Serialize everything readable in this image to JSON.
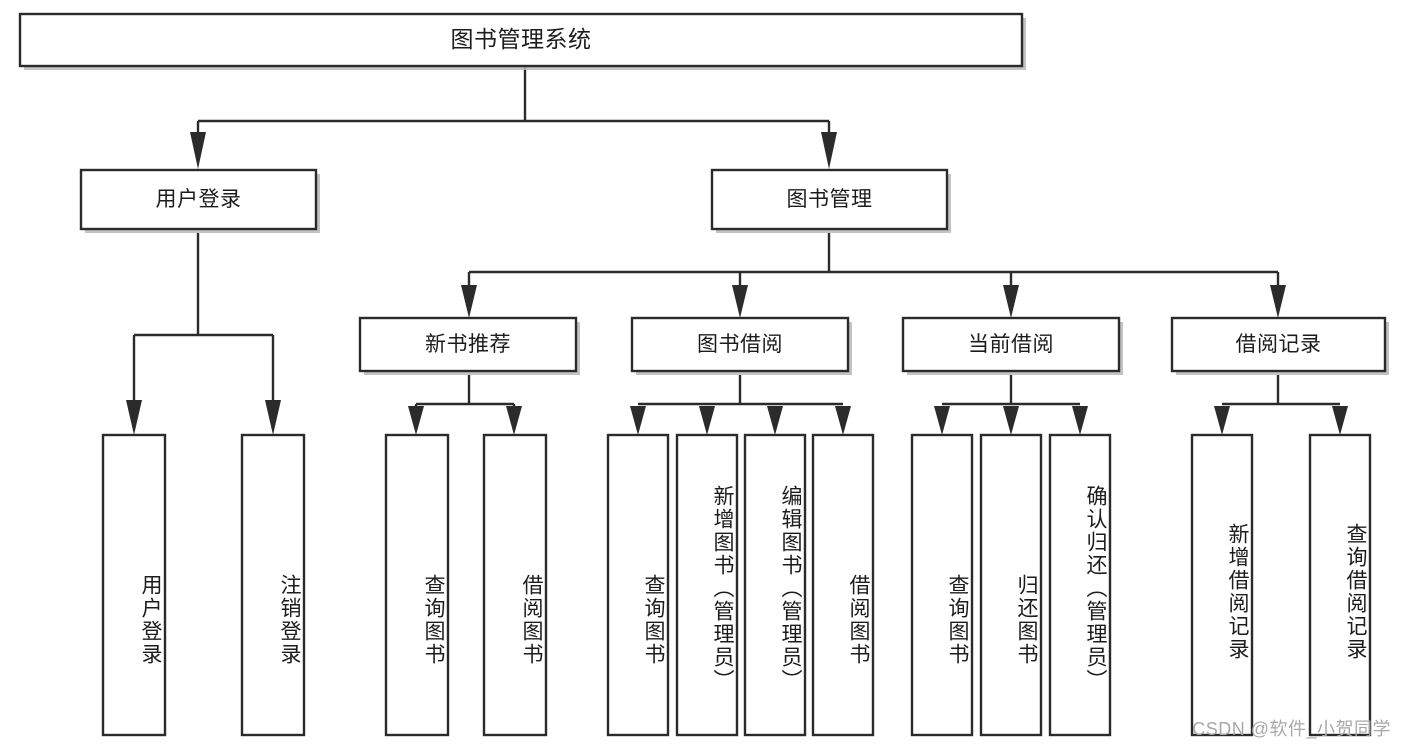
{
  "diagram": {
    "type": "tree-hierarchy",
    "title": "图书管理系统",
    "watermark": "CSDN @软件_小贺同学",
    "colors": {
      "stroke": "#2b2b2b",
      "fill": "#ffffff",
      "text": "#1c1c1c",
      "shadow": "#b9b9b9",
      "watermark": "#a8a8a8"
    },
    "levels": {
      "root": {
        "label": "图书管理系统",
        "orientation": "horizontal"
      },
      "level2": [
        {
          "label": "用户登录",
          "orientation": "horizontal"
        },
        {
          "label": "图书管理",
          "orientation": "horizontal"
        }
      ],
      "level3": [
        {
          "label": "新书推荐",
          "orientation": "horizontal",
          "parent": "图书管理"
        },
        {
          "label": "图书借阅",
          "orientation": "horizontal",
          "parent": "图书管理"
        },
        {
          "label": "当前借阅",
          "orientation": "horizontal",
          "parent": "图书管理"
        },
        {
          "label": "借阅记录",
          "orientation": "horizontal",
          "parent": "图书管理"
        }
      ],
      "leaves": [
        {
          "label": "用户登录",
          "orientation": "vertical",
          "parent": "用户登录"
        },
        {
          "label": "注销登录",
          "orientation": "vertical",
          "parent": "用户登录"
        },
        {
          "label": "查询图书",
          "orientation": "vertical",
          "parent": "新书推荐"
        },
        {
          "label": "借阅图书",
          "orientation": "vertical",
          "parent": "新书推荐"
        },
        {
          "label": "查询图书",
          "orientation": "vertical",
          "parent": "图书借阅"
        },
        {
          "label": "新增图书（管理员）",
          "orientation": "vertical",
          "parent": "图书借阅"
        },
        {
          "label": "编辑图书（管理员）",
          "orientation": "vertical",
          "parent": "图书借阅"
        },
        {
          "label": "借阅图书",
          "orientation": "vertical",
          "parent": "图书借阅"
        },
        {
          "label": "查询图书",
          "orientation": "vertical",
          "parent": "当前借阅"
        },
        {
          "label": "归还图书",
          "orientation": "vertical",
          "parent": "当前借阅"
        },
        {
          "label": "确认归还（管理员）",
          "orientation": "vertical",
          "parent": "当前借阅"
        },
        {
          "label": "新增借阅记录",
          "orientation": "vertical",
          "parent": "借阅记录"
        },
        {
          "label": "查询借阅记录",
          "orientation": "vertical",
          "parent": "借阅记录"
        }
      ]
    }
  }
}
